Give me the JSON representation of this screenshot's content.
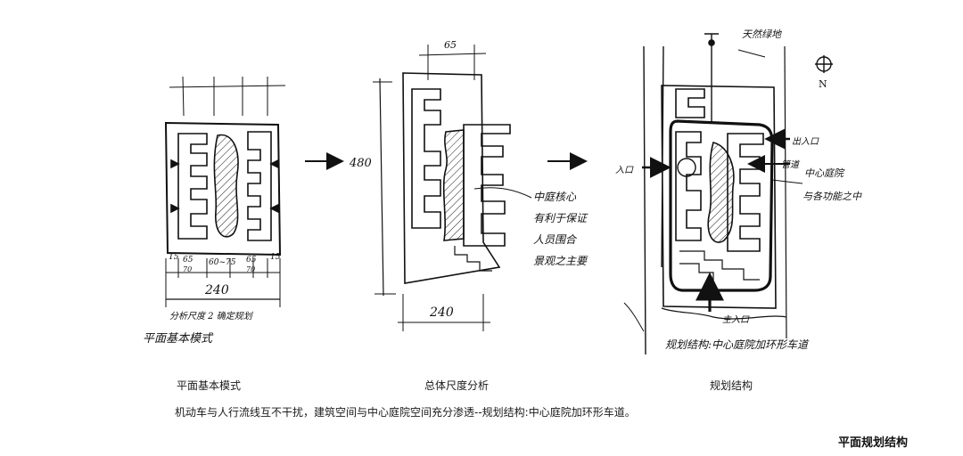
{
  "captions": {
    "basic_mode": "平面基本模式",
    "scale_analysis": "总体尺度分析",
    "planning_structure": "规划结构"
  },
  "description": "机动车与人行流线互不干扰，建筑空间与中心庭院空间充分渗透--规划结构:中心庭院加环形车道。",
  "section_title": "平面规划结构",
  "sketch1": {
    "dim_total": "240",
    "dim_15_left": "15",
    "dim_15_right": "15",
    "dim_seg1": "65",
    "dim_seg1b": "70",
    "dim_seg2": "60~75",
    "dim_seg3": "65",
    "dim_seg3b": "70",
    "note_bottom": "分析尺度 2 确定规划",
    "note_title": "平面基本模式"
  },
  "sketch2": {
    "dim_top": "65",
    "dim_height": "480",
    "dim_width": "240",
    "notes": [
      "中庭核心",
      "有利于保证",
      "人员围合",
      "景观之主要"
    ]
  },
  "sketch3": {
    "top_label": "天然绿地",
    "north": "N",
    "left_entry": "入口",
    "right_entry": "出入口",
    "right_notes": [
      "管道",
      "中心庭院",
      "与各功能之中"
    ],
    "bottom_entry": "主入口",
    "bottom_note": "规划结构:中心庭院加环形车道"
  }
}
